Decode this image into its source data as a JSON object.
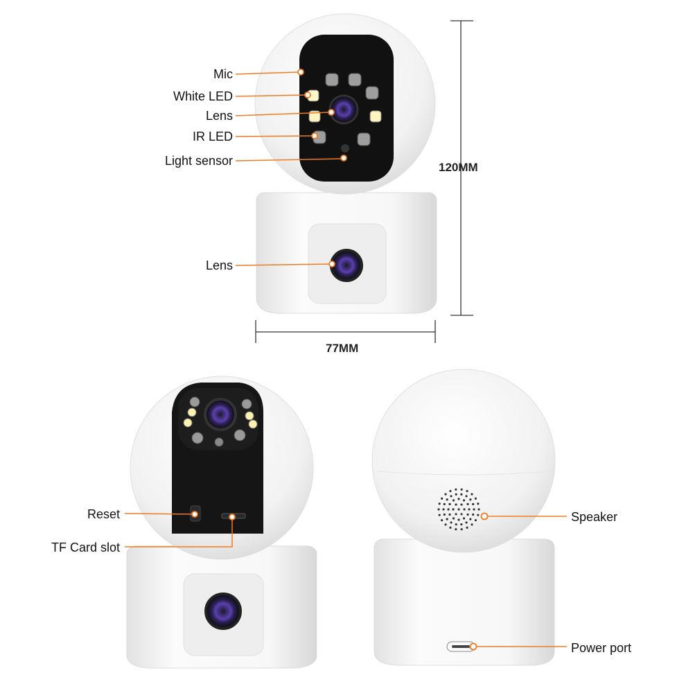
{
  "colors": {
    "callout": "#f07a22",
    "body": "#f4f4f4",
    "face": "#111111",
    "dim_line": "#333333"
  },
  "front_view": {
    "labels": {
      "mic": "Mic",
      "white_led": "White LED",
      "lens_top": "Lens",
      "ir_led": "IR LED",
      "light_sensor": "Light sensor",
      "lens_bottom": "Lens"
    },
    "height_dimension": "120MM",
    "width_dimension": "77MM"
  },
  "side_view": {
    "labels": {
      "reset": "Reset",
      "tf_card_slot": "TF Card slot"
    }
  },
  "back_view": {
    "labels": {
      "speaker": "Speaker",
      "power_port": "Power port"
    }
  }
}
